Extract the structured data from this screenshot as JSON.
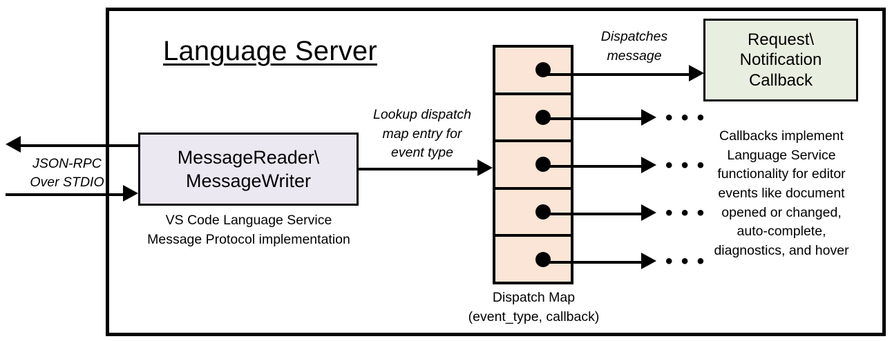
{
  "diagram": {
    "title": "Language Server",
    "external_protocol_label": "JSON-RPC\nOver STDIO",
    "external_protocol_line1": "JSON-RPC",
    "external_protocol_line2": "Over STDIO"
  },
  "message_block": {
    "line1": "MessageReader\\",
    "line2": "MessageWriter",
    "caption_line1": "VS Code Language Service",
    "caption_line2": "Message Protocol implementation"
  },
  "lookup_arrow": {
    "label_line1": "Lookup dispatch",
    "label_line2": "map entry for",
    "label_line3": "event type"
  },
  "dispatch_map": {
    "caption_line1": "Dispatch Map",
    "caption_line2": "(event_type, callback)",
    "rows": [
      {
        "index": 1,
        "has_dot": true,
        "arrow": "long",
        "trailing": ""
      },
      {
        "index": 2,
        "has_dot": true,
        "arrow": "short",
        "trailing": "• • •"
      },
      {
        "index": 3,
        "has_dot": true,
        "arrow": "short",
        "trailing": "• • •"
      },
      {
        "index": 4,
        "has_dot": true,
        "arrow": "short",
        "trailing": "• • •"
      },
      {
        "index": 5,
        "has_dot": true,
        "arrow": "short",
        "trailing": "• • •"
      }
    ]
  },
  "dispatch_arrow": {
    "label_line1": "Dispatches",
    "label_line2": "message"
  },
  "callback_block": {
    "line1": "Request\\",
    "line2": "Notification",
    "line3": "Callback",
    "caption_line1": "Callbacks implement",
    "caption_line2": "Language Service",
    "caption_line3": "functionality for editor",
    "caption_line4": "events like document",
    "caption_line5": "opened or changed,",
    "caption_line6": "auto-complete,",
    "caption_line7": "diagnostics, and hover"
  },
  "colors": {
    "stroke": "#000000",
    "message_block_fill": "#EBE8F2",
    "dispatch_map_fill": "#FBE5D6",
    "callback_fill": "#E8EFE0",
    "background": "#FFFFFF"
  }
}
